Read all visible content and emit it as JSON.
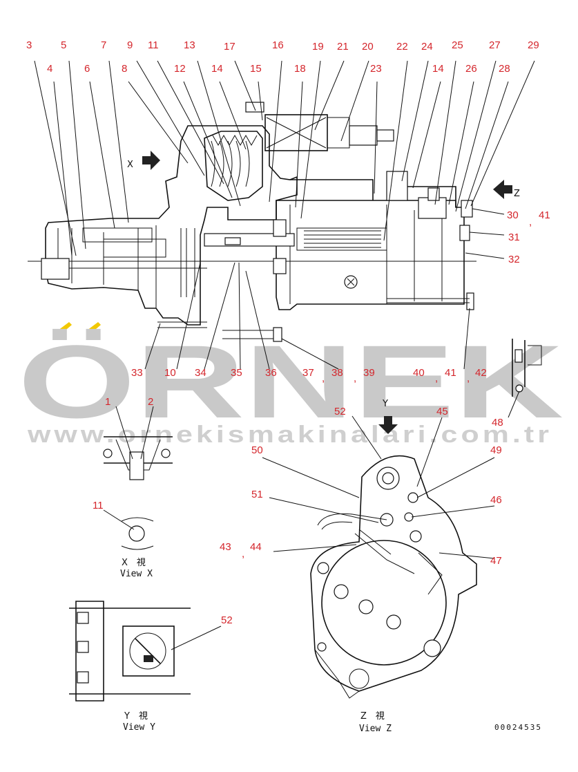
{
  "watermark": {
    "brand": "ÖRNEK",
    "url": "www.ornekismakinalari.com.tr",
    "accent_color": "#f2c800"
  },
  "callouts": {
    "top_row": [
      "3",
      "5",
      "7",
      "9",
      "11",
      "13",
      "17",
      "16",
      "19",
      "21",
      "20",
      "22",
      "24",
      "25",
      "27",
      "29"
    ],
    "second_row": [
      "4",
      "6",
      "8",
      "12",
      "14",
      "15",
      "18",
      "23",
      "14",
      "26",
      "28"
    ],
    "right_side": [
      "30",
      "41",
      "31",
      "32"
    ],
    "bottom_row": [
      "33",
      "10",
      "34",
      "35",
      "36",
      "37",
      "38",
      "39",
      "40",
      "41",
      "42"
    ],
    "separators": [
      ",",
      ",",
      ",",
      ",",
      ",",
      ","
    ],
    "detail_x_pins": [
      "1",
      "2"
    ],
    "view_x_item": "11",
    "view_y_item": "52",
    "view_z_items": [
      "52",
      "45",
      "50",
      "49",
      "51",
      "46",
      "43",
      "44",
      "47"
    ],
    "small_detail": "48"
  },
  "view_arrows": {
    "x": "X",
    "y": "Y",
    "z": "Z"
  },
  "views": {
    "view_x": {
      "jp": "X　視",
      "en": "View X"
    },
    "view_y": {
      "jp": "Y　視",
      "en": "View Y"
    },
    "view_z": {
      "jp": "Z　視",
      "en": "View Z"
    }
  },
  "document_number": "00024535"
}
